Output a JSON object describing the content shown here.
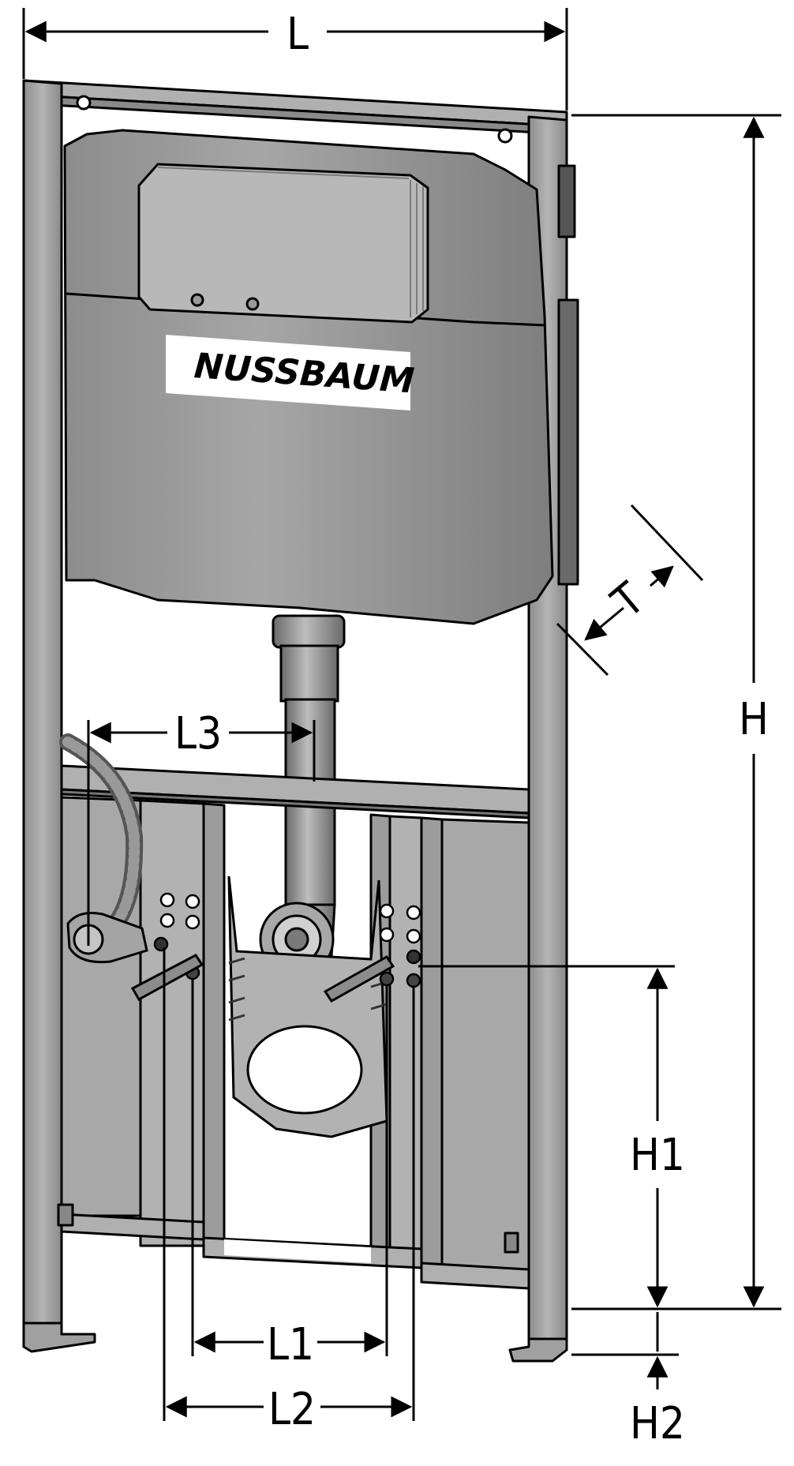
{
  "brand": {
    "logo_text": "NUSSBAUM"
  },
  "dimensions": {
    "L": "L",
    "H": "H",
    "T": "T",
    "L1": "L1",
    "L2": "L2",
    "L3": "L3",
    "H1": "H1",
    "H2": "H2"
  },
  "colors": {
    "frame": "#a8a8a8",
    "frame_dark": "#6e6e6e",
    "cistern": "#9c9c9c",
    "cistern_light": "#b9b9b9",
    "outline": "#000000",
    "background": "#ffffff"
  }
}
